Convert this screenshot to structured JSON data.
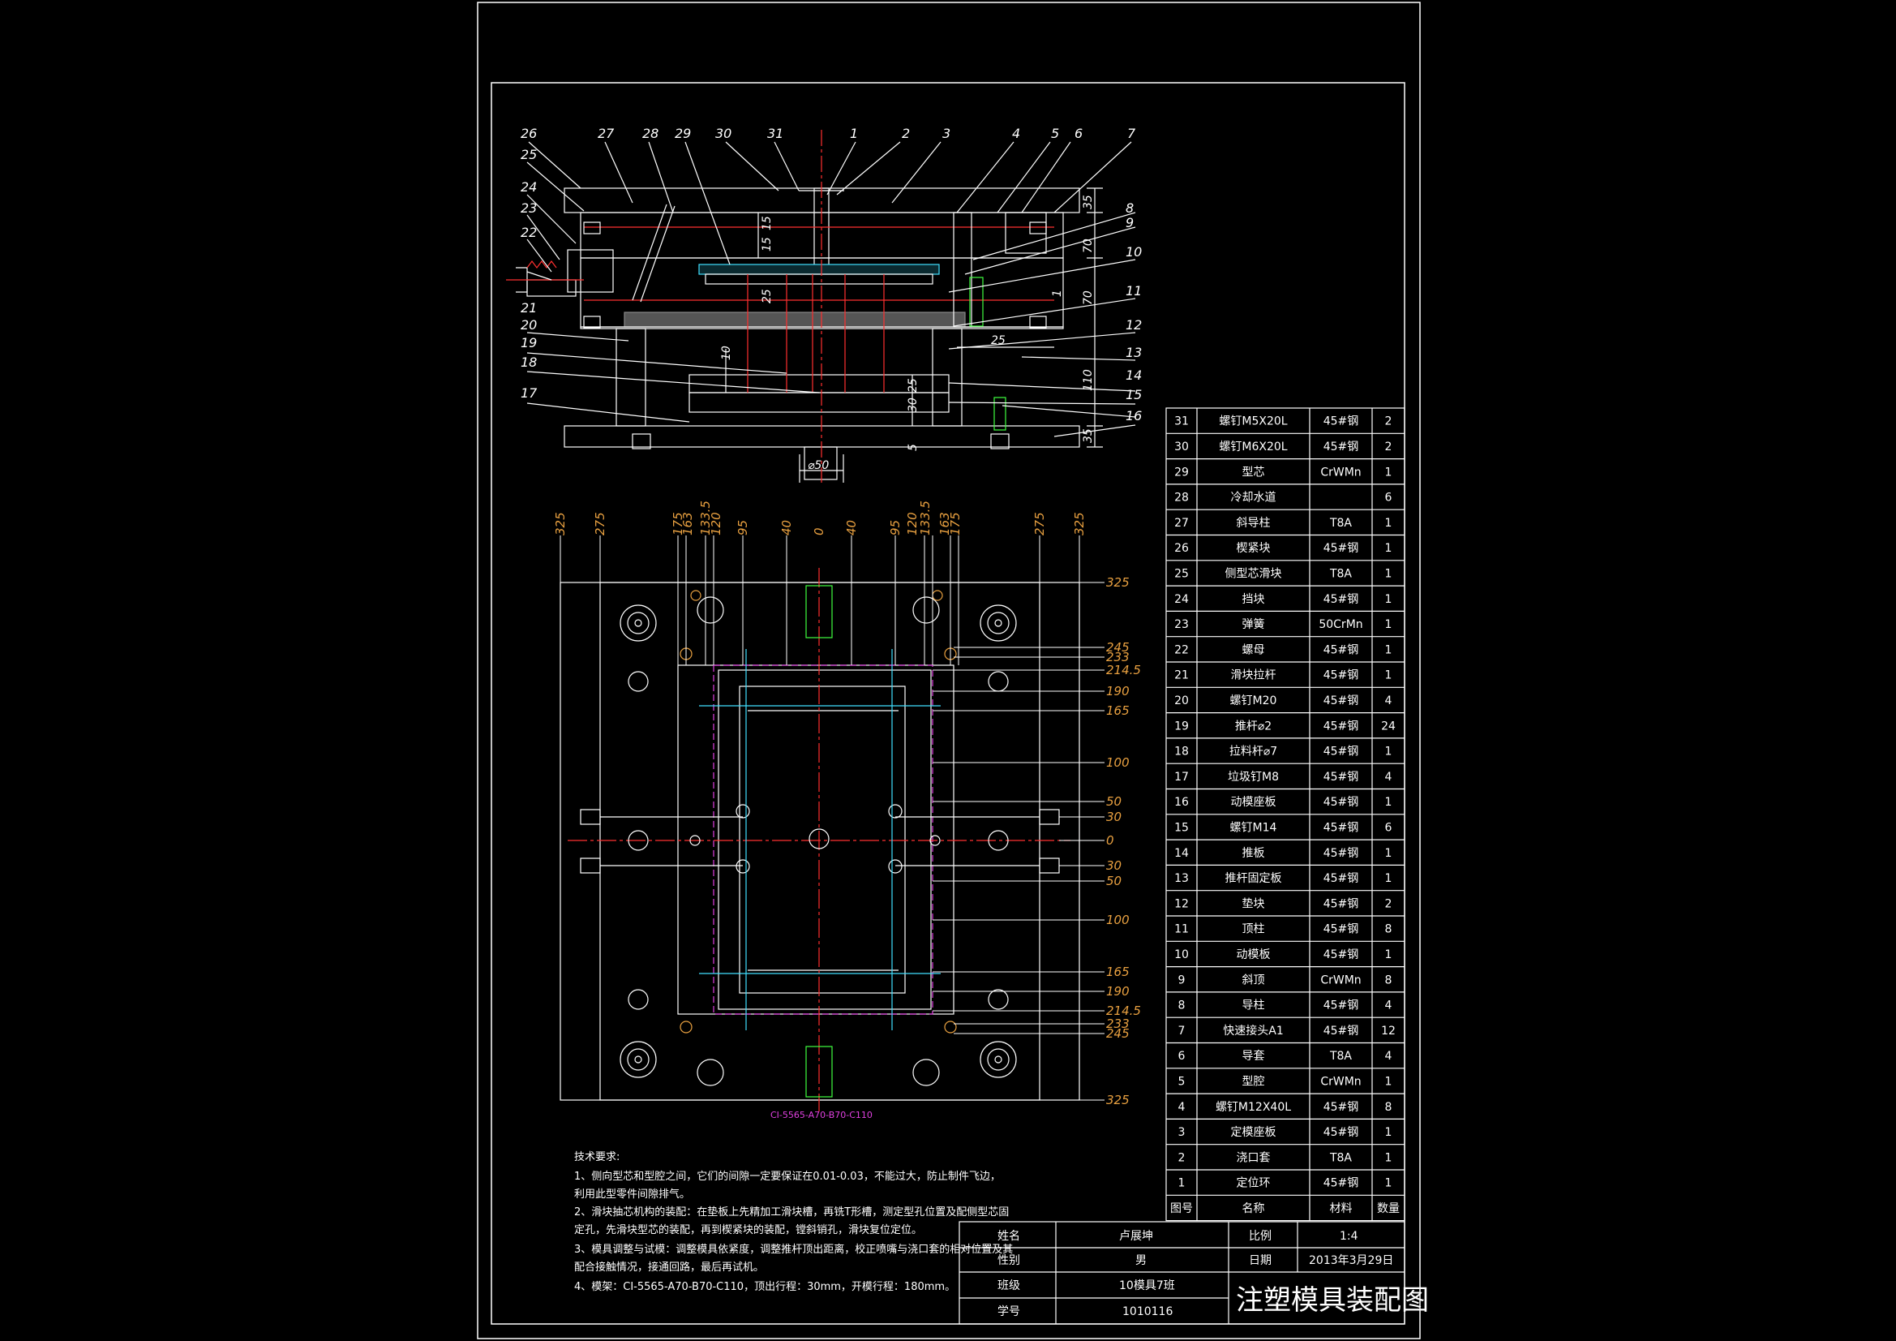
{
  "colors": {
    "background": "#000000",
    "frame": "#ffffff",
    "dimension": "#e8a040",
    "centerline": "#ff3030",
    "cooling": "#40e0ff",
    "hidden": "#e040e0",
    "part": "#40ff40"
  },
  "section_leaders": [
    "26",
    "27",
    "28",
    "29",
    "30",
    "31",
    "1",
    "2",
    "3",
    "4",
    "5",
    "6",
    "7",
    "25",
    "24",
    "23",
    "22",
    "21",
    "20",
    "19",
    "18",
    "17",
    "8",
    "9",
    "10",
    "11",
    "12",
    "13",
    "14",
    "15",
    "16"
  ],
  "section_dims": {
    "d35a": "35",
    "d15a": "15",
    "d15b": "15",
    "d70a": "70",
    "d70b": "70",
    "d1": "1",
    "d25a": "25",
    "d25b": "25",
    "d10": "10",
    "d25c": "25",
    "d30": "30",
    "d110": "110",
    "d35b": "35",
    "d5": "5",
    "phi50": "⌀50"
  },
  "plan_top_dims": [
    "325",
    "275",
    "175",
    "163",
    "133.5",
    "120",
    "95",
    "40",
    "0",
    "40",
    "95",
    "120",
    "133.5",
    "163",
    "175",
    "275",
    "325"
  ],
  "plan_right_dims": [
    "325",
    "245",
    "233",
    "214.5",
    "190",
    "165",
    "100",
    "50",
    "30",
    "0",
    "30",
    "50",
    "100",
    "165",
    "190",
    "214.5",
    "233",
    "245",
    "325"
  ],
  "mold_base_code": "CI-5565-A70-B70-C110",
  "requirements": {
    "title": "技术要求:",
    "lines": [
      "1、侧向型芯和型腔之间，它们的间隙一定要保证在0.01-0.03，不能过大，防止制件飞边，",
      "利用此型零件间隙排气。",
      "2、滑块抽芯机构的装配：在垫板上先精加工滑块槽，再铣T形槽，测定型孔位置及配侧型芯固",
      "定孔，先滑块型芯的装配，再到楔紧块的装配，镗斜销孔，滑块复位定位。",
      "3、模具调整与试模：调整模具依紧度，调整推杆顶出距离，校正喷嘴与浇口套的相对位置及其",
      "配合接触情况，接通回路，最后再试机。",
      "4、模架：CI-5565-A70-B70-C110，顶出行程：30mm，开模行程：180mm。"
    ]
  },
  "bom": {
    "header": [
      "图号",
      "名称",
      "材料",
      "数量"
    ],
    "rows": [
      [
        "31",
        "螺钉M5X20L",
        "45#钢",
        "2"
      ],
      [
        "30",
        "螺钉M6X20L",
        "45#钢",
        "2"
      ],
      [
        "29",
        "型芯",
        "CrWMn",
        "1"
      ],
      [
        "28",
        "冷却水道",
        "",
        "6"
      ],
      [
        "27",
        "斜导柱",
        "T8A",
        "1"
      ],
      [
        "26",
        "楔紧块",
        "45#钢",
        "1"
      ],
      [
        "25",
        "侧型芯滑块",
        "T8A",
        "1"
      ],
      [
        "24",
        "挡块",
        "45#钢",
        "1"
      ],
      [
        "23",
        "弹簧",
        "50CrMn",
        "1"
      ],
      [
        "22",
        "螺母",
        "45#钢",
        "1"
      ],
      [
        "21",
        "滑块拉杆",
        "45#钢",
        "1"
      ],
      [
        "20",
        "螺钉M20",
        "45#钢",
        "4"
      ],
      [
        "19",
        "推杆⌀2",
        "45#钢",
        "24"
      ],
      [
        "18",
        "拉料杆⌀7",
        "45#钢",
        "1"
      ],
      [
        "17",
        "垃圾钉M8",
        "45#钢",
        "4"
      ],
      [
        "16",
        "动模座板",
        "45#钢",
        "1"
      ],
      [
        "15",
        "螺钉M14",
        "45#钢",
        "6"
      ],
      [
        "14",
        "推板",
        "45#钢",
        "1"
      ],
      [
        "13",
        "推杆固定板",
        "45#钢",
        "1"
      ],
      [
        "12",
        "垫块",
        "45#钢",
        "2"
      ],
      [
        "11",
        "顶柱",
        "45#钢",
        "8"
      ],
      [
        "10",
        "动模板",
        "45#钢",
        "1"
      ],
      [
        "9",
        "斜顶",
        "CrWMn",
        "8"
      ],
      [
        "8",
        "导柱",
        "45#钢",
        "4"
      ],
      [
        "7",
        "快速接头A1",
        "45#钢",
        "12"
      ],
      [
        "6",
        "导套",
        "T8A",
        "4"
      ],
      [
        "5",
        "型腔",
        "CrWMn",
        "1"
      ],
      [
        "4",
        "螺钉M12X40L",
        "45#钢",
        "8"
      ],
      [
        "3",
        "定模座板",
        "45#钢",
        "1"
      ],
      [
        "2",
        "浇口套",
        "T8A",
        "1"
      ],
      [
        "1",
        "定位环",
        "45#钢",
        "1"
      ]
    ]
  },
  "title_block": {
    "name_label": "姓名",
    "name_value": "卢展坤",
    "gender_label": "性别",
    "gender_value": "男",
    "class_label": "班级",
    "class_value": "10模具7班",
    "id_label": "学号",
    "id_value": "1010116",
    "scale_label": "比例",
    "scale_value": "1:4",
    "date_label": "日期",
    "date_value": "2013年3月29日",
    "drawing_title": "注塑模具装配图"
  }
}
